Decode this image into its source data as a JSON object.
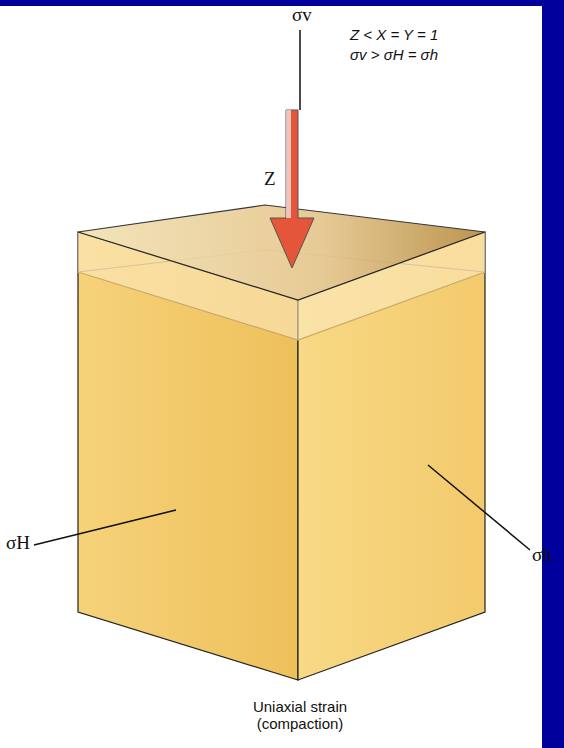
{
  "diagram": {
    "caption": "Uniaxial strain (compaction)",
    "labels": [
      "σv",
      "Z < X = Y = 1",
      "σv > σH = σh",
      "Z",
      "σH",
      "σh"
    ]
  }
}
